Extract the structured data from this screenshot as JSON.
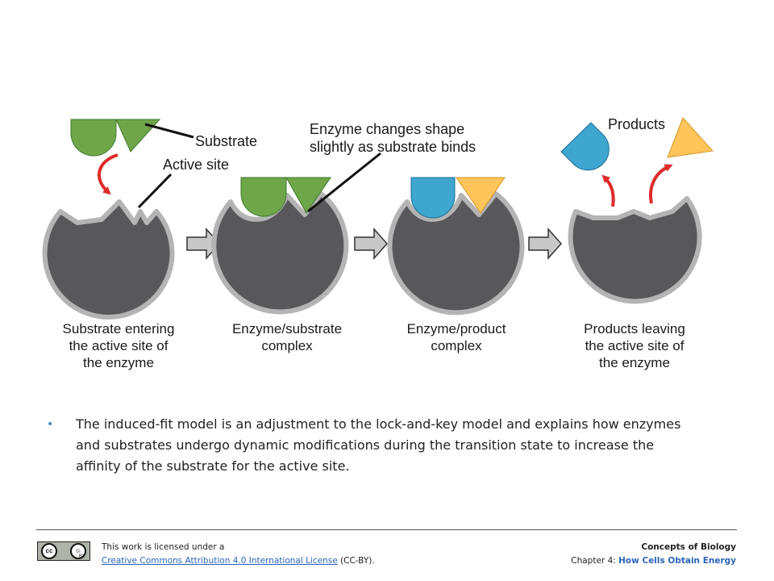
{
  "diagram": {
    "labels": {
      "substrate": "Substrate",
      "active_site": "Active site",
      "enzyme_changes_1": "Enzyme changes shape",
      "enzyme_changes_2": "slightly as substrate binds",
      "products": "Products"
    },
    "captions": [
      [
        "Substrate entering",
        "the active site of",
        "the enzyme"
      ],
      [
        "Enzyme/substrate",
        "complex"
      ],
      [
        "Enzyme/product",
        "complex"
      ],
      [
        "Products leaving",
        "the active site of",
        "the enzyme"
      ]
    ],
    "colors": {
      "enzyme": "#58585a",
      "enzyme_outline": "#b4b4b4",
      "substrate": "#6fa64a",
      "product_blue": "#3ea6cf",
      "product_yellow": "#ffc55a",
      "arrow_red": "#e02b2b",
      "step_arrow": "#c8c8c8"
    }
  },
  "body": {
    "bullet_text": "The induced-fit model is an adjustment to the lock-and-key model and explains how enzymes and substrates undergo dynamic modifications during the transition state to increase the affinity of the substrate for the active site."
  },
  "footer": {
    "cc_badge": "cc",
    "cc_badge_by": "BY",
    "license_line1": "This work is licensed under a",
    "license_link": "Creative Commons Attribution 4.0 International License",
    "license_suffix": " (CC-BY).",
    "book_title": "Concepts of Biology",
    "chapter_prefix": "Chapter 4: ",
    "chapter_title": "How Cells Obtain Energy"
  }
}
